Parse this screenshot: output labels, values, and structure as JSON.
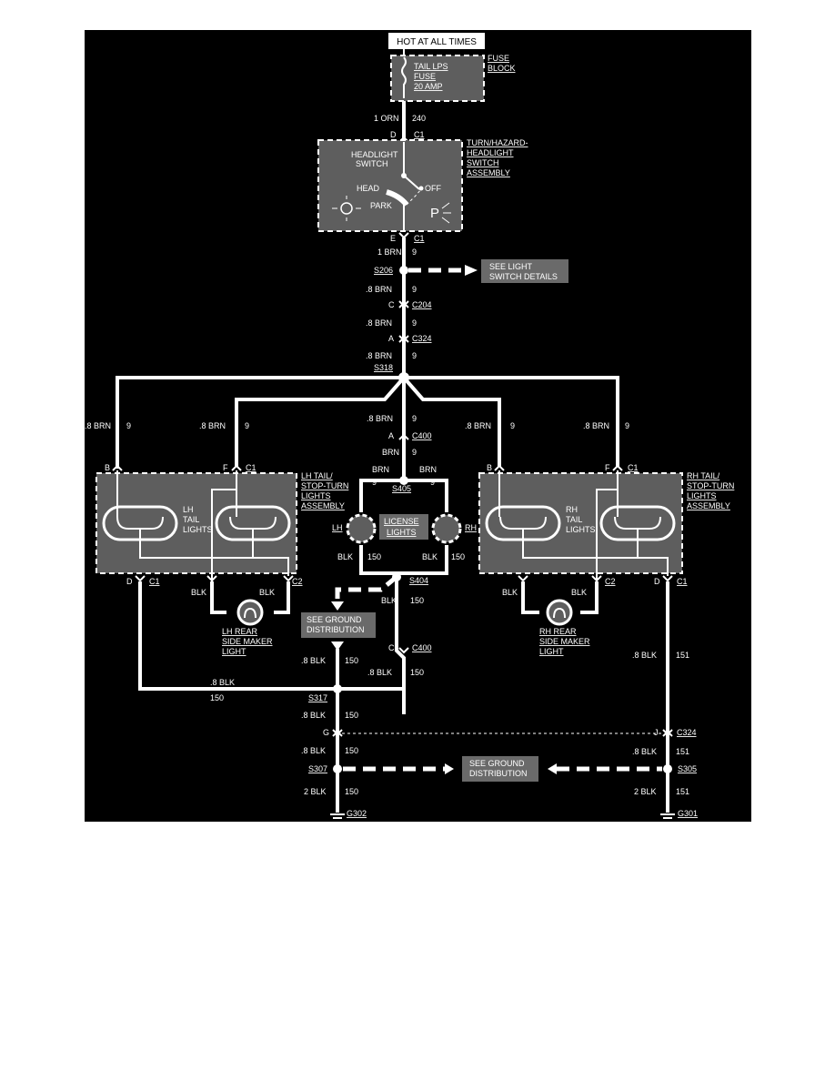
{
  "power": {
    "hot": "HOT AT ALL TIMES"
  },
  "fuse": {
    "line1": "TAIL LPS",
    "line2": "FUSE",
    "line3": "20 AMP",
    "block1": "FUSE",
    "block2": "BLOCK"
  },
  "wires": {
    "w1": "1 ORN",
    "c240": "240",
    "d": "D",
    "c1a": "C1",
    "e": "E",
    "c1b": "C1",
    "w2": "1 BRN",
    "n9a": "9",
    "s206": "S206",
    "w3": ".8 BRN",
    "n9b": "9",
    "c": "C",
    "c204": "C204",
    "w4": ".8 BRN",
    "n9c": "9",
    "a": "A",
    "c324a": "C324",
    "w5": ".8 BRN",
    "n9d": "9",
    "s318": "S318",
    "w6": ".8 BRN",
    "n9e": "9",
    "w7": ".8 BRN",
    "n9f": "9",
    "w8": ".8 BRN",
    "n9g": "9",
    "w9": ".8 BRN",
    "n9h": "9",
    "w10": ".8 BRN",
    "n9i": "9",
    "a2": "A",
    "c400a": "C400",
    "brn1": "BRN",
    "n9j": "9",
    "brn2": "BRN",
    "n9k": "9",
    "brn3": "BRN",
    "n9l": "9",
    "s405": "S405",
    "blk1": "BLK",
    "n150a": "150",
    "blk2": "BLK",
    "n150b": "150",
    "s404": "S404",
    "blk3": "BLK",
    "n150c": "150",
    "c2": "C",
    "c400b": "C400",
    "w11": ".8 BLK",
    "n150d": "150",
    "w12": ".8 BLK",
    "n150e": "150",
    "w13": ".8 BLK",
    "n150f": "150",
    "s317": "S317",
    "w14": ".8 BLK",
    "n150g": "150",
    "g": "G",
    "j": "J",
    "c324b": "C324",
    "w15": ".8 BLK",
    "n150h": "150",
    "s307": "S307",
    "w16": "2 BLK",
    "n150i": "150",
    "g302": "G302",
    "w17": ".8 BLK",
    "n151a": "151",
    "w18": ".8 BLK",
    "n151b": "151",
    "s305": "S305",
    "w19": "2 BLK",
    "n151c": "151",
    "g301": "G301",
    "lb": "B",
    "lf": "F",
    "lc1": "C1",
    "ld": "D",
    "ldc1": "C1",
    "lc2": "C2",
    "rb": "B",
    "rf": "F",
    "rc1": "C1",
    "rd": "D",
    "rdc1": "C1",
    "rc2": "C2",
    "lblk1": "BLK",
    "lblk2": "BLK",
    "rblk1": "BLK",
    "rblk2": "BLK"
  },
  "switch": {
    "name1": "HEADLIGHT",
    "name2": "SWITCH",
    "head": "HEAD",
    "off": "OFF",
    "park": "PARK",
    "p": "P",
    "asm1": "TURN/HAZARD-",
    "asm2": "HEADLIGHT",
    "asm3": "SWITCH",
    "asm4": "ASSEMBLY"
  },
  "notes": {
    "see_switch1": "SEE LIGHT",
    "see_switch2": "SWITCH DETAILS",
    "see_ground1": "SEE GROUND",
    "see_ground2": "DISTRIBUTION",
    "see_ground3": "SEE GROUND",
    "see_ground4": "DISTRIBUTION"
  },
  "lh": {
    "asm1": "LH TAIL/",
    "asm2": "STOP-TURN",
    "asm3": "LIGHTS",
    "asm4": "ASSEMBLY",
    "tail1": "LH",
    "tail2": "TAIL",
    "tail3": "LIGHTS",
    "side1": "LH REAR",
    "side2": "SIDE MAKER",
    "side3": "LIGHT"
  },
  "rh": {
    "asm1": "RH TAIL/",
    "asm2": "STOP-TURN",
    "asm3": "LIGHTS",
    "asm4": "ASSEMBLY",
    "tail1": "RH",
    "tail2": "TAIL",
    "tail3": "LIGHTS",
    "side1": "RH REAR",
    "side2": "SIDE MAKER",
    "side3": "LIGHT"
  },
  "license": {
    "lh": "LH",
    "rh": "RH",
    "l1": "LICENSE",
    "l2": "LIGHTS"
  },
  "colors": {
    "background": "#000000",
    "ink": "#ffffff",
    "fill": "#5e5e5e"
  }
}
